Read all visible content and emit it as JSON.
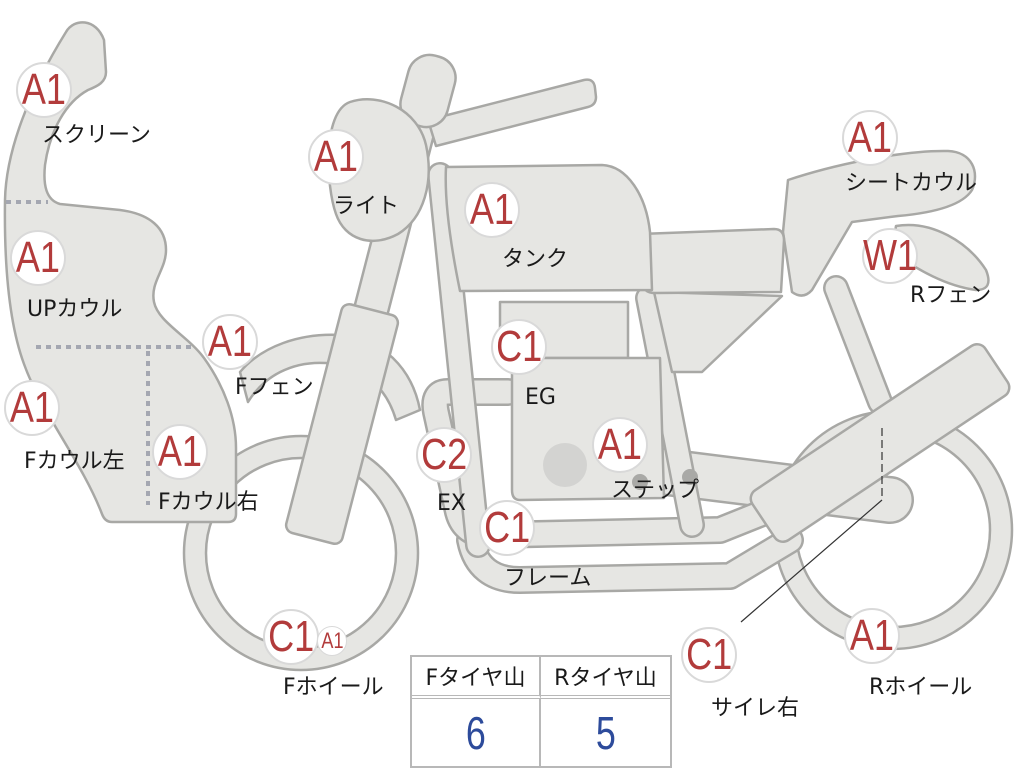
{
  "parts": {
    "screen": {
      "grade": "A1",
      "label": "スクリーン"
    },
    "light": {
      "grade": "A1",
      "label": "ライト"
    },
    "tank": {
      "grade": "A1",
      "label": "タンク"
    },
    "seat_cowl": {
      "grade": "A1",
      "label": "シートカウル"
    },
    "r_fender": {
      "grade": "W1",
      "label": "Rフェン"
    },
    "up_cowl": {
      "grade": "A1",
      "label": "UPカウル"
    },
    "f_fender": {
      "grade": "A1",
      "label": "Fフェン"
    },
    "engine": {
      "grade": "C1",
      "label": "EG"
    },
    "f_cowl_left": {
      "grade": "A1",
      "label": "Fカウル左"
    },
    "f_cowl_right": {
      "grade": "A1",
      "label": "Fカウル右"
    },
    "exhaust": {
      "grade": "C2",
      "label": "EX"
    },
    "step": {
      "grade": "A1",
      "label": "ステップ"
    },
    "frame": {
      "grade": "C1",
      "label": "フレーム"
    },
    "f_wheel": {
      "grade": "C1",
      "grade_secondary": "A1",
      "label": "Fホイール"
    },
    "silencer_right": {
      "grade": "C1",
      "label": "サイレ右"
    },
    "r_wheel": {
      "grade": "A1",
      "label": "Rホイール"
    }
  },
  "tire_tread": {
    "front_header": "Fタイヤ山",
    "rear_header": "Rタイヤ山",
    "front_value": "6",
    "rear_value": "5"
  },
  "colors": {
    "grade_text": "#b23b3b",
    "tire_value_text": "#2d4b9b",
    "body_fill": "#e6e6e3",
    "body_outline": "#a8a8a5",
    "panel_divider": "#a4a7b1",
    "label_text": "#1a1a1a"
  }
}
